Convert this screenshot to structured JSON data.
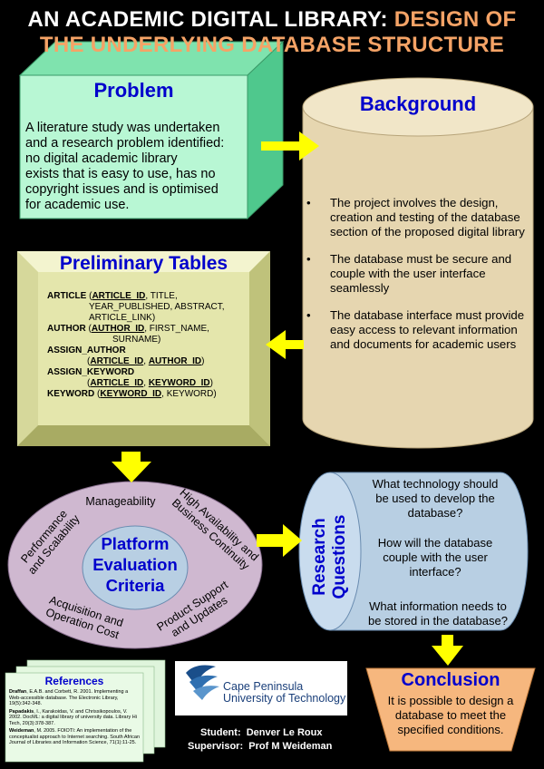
{
  "title": {
    "line1_white": "AN ACADEMIC DIGITAL LIBRARY:",
    "line1_orange": "DESIGN OF",
    "line2": "THE UNDERLYING DATABASE STRUCTURE"
  },
  "problem": {
    "heading": "Problem",
    "lines": [
      "A literature study was undertaken",
      "and a research problem identified:",
      "no digital academic library",
      "exists that is easy to use, has no",
      "copyright issues and is optimised",
      "for academic use."
    ]
  },
  "background": {
    "heading": "Background",
    "bullet_char": "•",
    "items": [
      "The project involves the design, creation and testing of the database section of the proposed digital library",
      "The database must be secure and couple with the user interface seamlessly",
      "The database interface must provide easy access to relevant information and documents for academic users"
    ]
  },
  "preliminary": {
    "heading": "Preliminary Tables",
    "article": {
      "name": "ARTICLE",
      "key": "ARTICLE_ID",
      "rest1": ", TITLE,",
      "rest2": "YEAR_PUBLISHED,  ABSTRACT,",
      "rest3": "ARTICLE_LINK)"
    },
    "author": {
      "name": "AUTHOR",
      "key": "AUTHOR_ID",
      "rest1": ", FIRST_NAME,",
      "rest2": "SURNAME)"
    },
    "assign_author": {
      "name": "ASSIGN_AUTHOR",
      "key1": "ARTICLE_ID",
      "key2": "AUTHOR_ID"
    },
    "assign_keyword": {
      "name": "ASSIGN_KEYWORD",
      "key1": "ARTICLE_ID",
      "key2": "KEYWORD_ID"
    },
    "keyword": {
      "name": "KEYWORD",
      "key": "KEYWORD_ID",
      "rest": ", KEYWORD)"
    }
  },
  "platform": {
    "center": [
      "Platform",
      "Evaluation",
      "Criteria"
    ],
    "criteria": {
      "manageability": "Manageability",
      "high_avail_1": "High Availability and",
      "high_avail_2": "Business Continuity",
      "perf_1": "Performance",
      "perf_2": "and Scalability",
      "acq_1": "Acquisition and",
      "acq_2": "Operation Cost",
      "prod_1": "Product Support",
      "prod_2": "and Updates"
    }
  },
  "research": {
    "heading_1": "Research",
    "heading_2": "Questions",
    "q1": [
      "What technology should",
      "be used to develop the",
      "database?"
    ],
    "q2": [
      "How will the database",
      "couple with the user",
      "interface?"
    ],
    "q3": [
      "What information needs to",
      "be stored in the database?"
    ]
  },
  "references": {
    "heading": "References",
    "r1_author": "Draffan",
    "r1_text": ", E.A.B. and Corbett, R. 2001. Implementing a Web-accessible database. The Electronic Library, 19(5):342-348.",
    "r2_author": "Papadakis",
    "r2_text": ", I., Karakoidas, V. and Chrissikopoulos, V. 2002. DocML: a digital library of university data. Library Hi Tech, 20(3):378-387.",
    "r3_author": "Weideman",
    "r3_text": ", M. 2005. FOIOTI: An implementation of the conceptualist approach to Internet searching. South African Journal of Libraries and Information Science, 71(1):11-25."
  },
  "logo": {
    "line1": "Cape Peninsula",
    "line2": "University of Technology"
  },
  "student": {
    "student_label": "Student:",
    "student_name": "Denver Le Roux",
    "supervisor_label": "Supervisor:",
    "supervisor_name": "Prof M Weideman"
  },
  "conclusion": {
    "heading": "Conclusion",
    "lines": [
      "It is possible to design a",
      "database to meet the",
      "specified conditions."
    ]
  },
  "colors": {
    "problem_front": "#b8f7d4",
    "problem_side": "#4fc88d",
    "problem_top": "#7fe3ae",
    "cylinder": "#e6d6b0",
    "cylinder_top": "#f1e6c8",
    "bevel_mid": "#e2e4a8",
    "bevel_light": "#f3f4cf",
    "bevel_dark": "#a8ab63",
    "ring": "#cfb8d0",
    "ring_inner": "#b8cfe3",
    "rq_cylinder": "#b8cfe3",
    "conclusion": "#f6b77e",
    "arrow": "#ffff00",
    "heading_blue": "#0000cc"
  }
}
